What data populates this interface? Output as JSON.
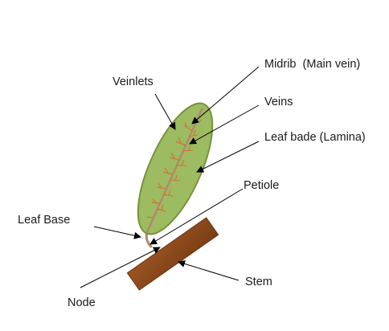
{
  "labels": {
    "veinlets": "Veinlets",
    "midrib": "Midrib  (Main vein)",
    "veins": "Veins",
    "lamina": "Leaf bade (Lamina)",
    "petiole": "Petiole",
    "leaf_base": "Leaf Base",
    "stem": "Stem",
    "node": "Node"
  },
  "colors": {
    "leaf_fill": "#9dbb61",
    "leaf_outline": "#76933c",
    "midrib": "#b08a6a",
    "veinlets": "#c87b3a",
    "stem": "#8b4a1a",
    "stem_outline": "#6b3510"
  }
}
